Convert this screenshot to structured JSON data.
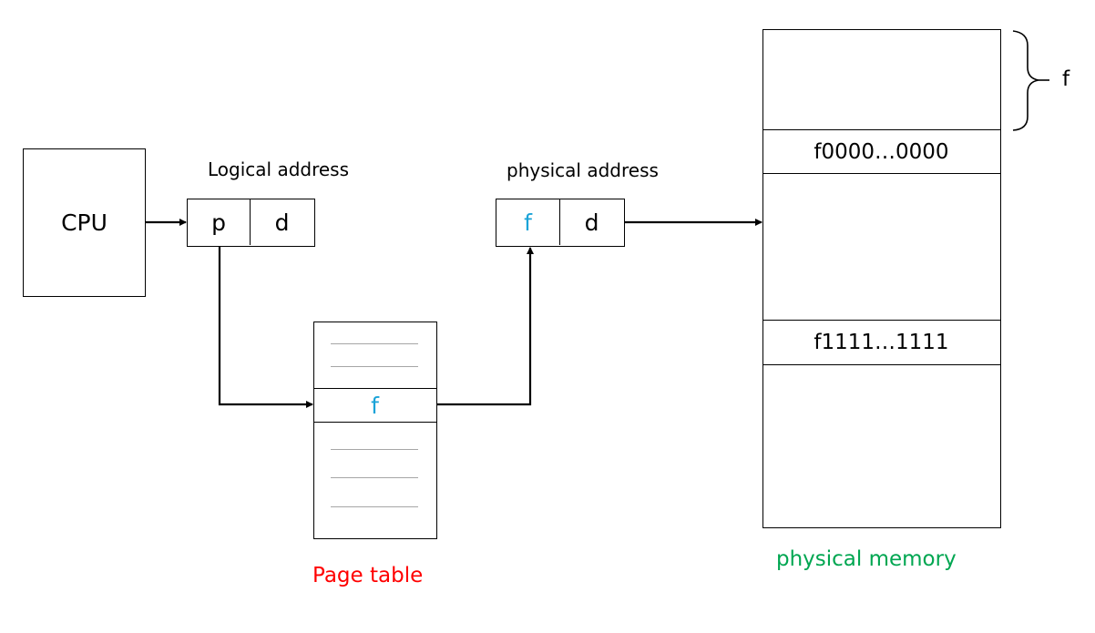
{
  "cpu": {
    "label": "CPU"
  },
  "logical_address": {
    "title": "Logical address",
    "page_field": "p",
    "offset_field": "d"
  },
  "physical_address": {
    "title": "physical address",
    "frame_field": "f",
    "offset_field": "d"
  },
  "page_table": {
    "title": "Page table",
    "entry": "f"
  },
  "physical_memory": {
    "title": "physical memory",
    "frame_start": "f0000…0000",
    "frame_end": "f1111…1111",
    "brace_label": "f"
  },
  "colors": {
    "frame_number": "#1aa3d8",
    "page_table_title": "#ff0000",
    "physical_memory_title": "#00a651",
    "row_lines": "#a6a6a6"
  }
}
